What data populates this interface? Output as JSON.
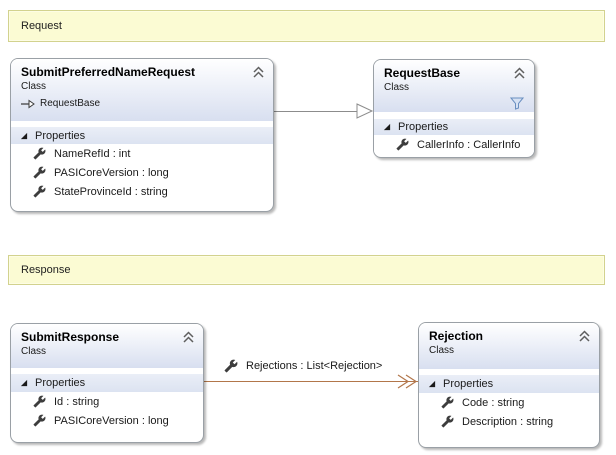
{
  "banners": [
    {
      "label": "Request"
    },
    {
      "label": "Response"
    }
  ],
  "classes": [
    {
      "name": "SubmitPreferredNameRequest",
      "kind": "Class",
      "base": "RequestBase",
      "section": {
        "label": "Properties",
        "members": [
          "NameRefId : int",
          "PASICoreVersion : long",
          "StateProvinceId : string"
        ]
      }
    },
    {
      "name": "RequestBase",
      "kind": "Class",
      "section": {
        "label": "Properties",
        "members": [
          "CallerInfo : CallerInfo"
        ]
      }
    },
    {
      "name": "SubmitResponse",
      "kind": "Class",
      "section": {
        "label": "Properties",
        "members": [
          "Id : string",
          "PASICoreVersion : long"
        ]
      }
    },
    {
      "name": "Rejection",
      "kind": "Class",
      "section": {
        "label": "Properties",
        "members": [
          "Code : string",
          "Description : string"
        ]
      }
    }
  ],
  "connectors": {
    "inheritance": {
      "from": "SubmitPreferredNameRequest",
      "to": "RequestBase"
    },
    "association": {
      "from": "SubmitResponse",
      "to": "Rejection",
      "label": "Rejections : List<Rejection>"
    }
  },
  "colors": {
    "banner_fill": "#fbfbd3",
    "banner_border": "#d2d28e",
    "header_gradient_bottom": "#d8dff0",
    "section_band": "#dce3f1",
    "box_border": "#9aa0a6",
    "inheritance_line": "#8c8c8c",
    "association_line": "#b2764a",
    "filter_icon_blue": "#6a8fc0"
  }
}
